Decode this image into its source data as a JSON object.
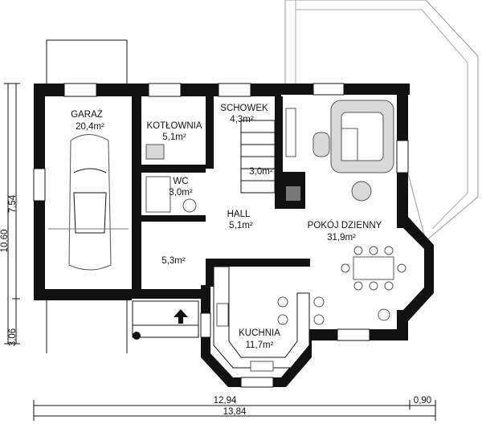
{
  "rooms": {
    "garage": {
      "name": "GARAŻ",
      "area": "20,4m²"
    },
    "boiler": {
      "name": "KOTŁOWNIA",
      "area": "5,1m²"
    },
    "storage": {
      "name": "SCHOWEK",
      "area": "4,3m²"
    },
    "wc": {
      "name": "WC",
      "area": "3,0m²"
    },
    "stairs": {
      "area": "3,0m²"
    },
    "hall": {
      "name": "HALL",
      "area": "5,1m²"
    },
    "living": {
      "name": "POKÓJ DZIENNY",
      "area": "31,9m²"
    },
    "vestibule": {
      "area": "5,3m²"
    },
    "kitchen": {
      "name": "KUCHNIA",
      "area": "11,7m²"
    }
  },
  "dimensions": {
    "width_main": "12,94",
    "width_bay": "0,90",
    "width_total": "13,84",
    "height_total": "10,60",
    "height_upper": "7,54",
    "height_lower": "3,06"
  },
  "colors": {
    "wall": "#111111",
    "terrace": "#bdbdbd",
    "furniture": "#555555"
  }
}
